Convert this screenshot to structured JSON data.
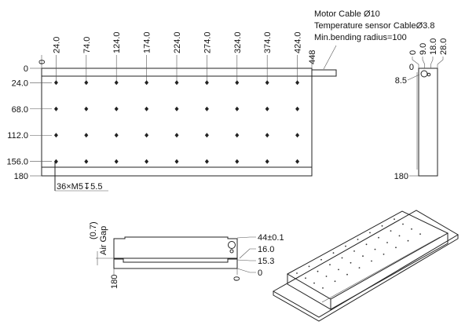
{
  "cable_note": [
    "Motor Cable Ø10",
    "Temperature sensor CableØ3.8",
    "Min.bending radius=100"
  ],
  "top_view": {
    "x_dims": [
      "0",
      "24.0",
      "74.0",
      "124.0",
      "174.0",
      "224.0",
      "274.0",
      "324.0",
      "374.0",
      "424.0",
      "448"
    ],
    "y_dims": [
      "0",
      "24.0",
      "68.0",
      "112.0",
      "156.0",
      "180"
    ],
    "hole_note": "36×M5↧5.5"
  },
  "side_view": {
    "x_dims": [
      "0",
      "9.0",
      "18.0",
      "28.0"
    ],
    "y_dims": [
      "0",
      "8.5",
      "180"
    ]
  },
  "front_view": {
    "air_gap_value": "(0.7)",
    "air_gap_label": "Air Gap",
    "height_dims": [
      "44±0.1",
      "16.0",
      "15.3",
      "0"
    ],
    "width_dims": [
      "180",
      "0"
    ]
  },
  "colors": {
    "line": "#222222",
    "background": "#ffffff"
  }
}
